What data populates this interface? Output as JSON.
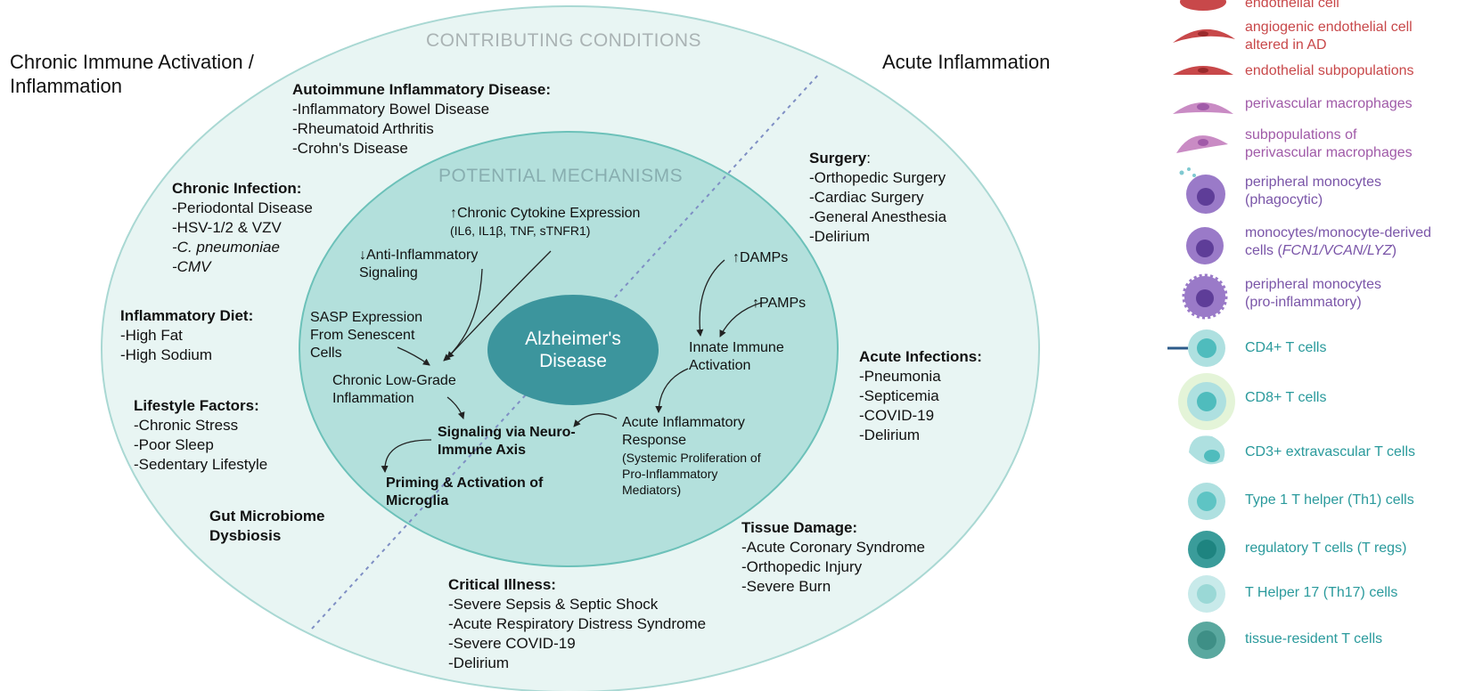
{
  "quadrant_labels": {
    "left_line1": "Chronic Immune Activation /",
    "left_line2": "Inflammation",
    "right": "Acute Inflammation"
  },
  "outer_ring": {
    "title": "CONTRIBUTING CONDITIONS",
    "autoimmune": {
      "heading": "Autoimmune Inflammatory Disease:",
      "items": [
        "-Inflammatory Bowel Disease",
        "-Rheumatoid Arthritis",
        "-Crohn's Disease"
      ]
    },
    "chronic_infection": {
      "heading": "Chronic Infection:",
      "items": [
        "-Periodontal Disease",
        "-HSV-1/2 & VZV",
        "-C. pneumoniae",
        "-CMV"
      ]
    },
    "inflammatory_diet": {
      "heading": "Inflammatory Diet:",
      "items": [
        "-High Fat",
        "-High Sodium"
      ]
    },
    "lifestyle": {
      "heading": "Lifestyle Factors:",
      "items": [
        "-Chronic Stress",
        "-Poor Sleep",
        "-Sedentary Lifestyle"
      ]
    },
    "gut": {
      "line1": "Gut Microbiome",
      "line2": "Dysbiosis"
    },
    "surgery": {
      "heading": "Surgery",
      "colon": ":",
      "items": [
        "-Orthopedic Surgery",
        "-Cardiac Surgery",
        "-General Anesthesia",
        "-Delirium"
      ]
    },
    "acute_infections": {
      "heading": "Acute Infections:",
      "items": [
        "-Pneumonia",
        "-Septicemia",
        "-COVID-19",
        "-Delirium"
      ]
    },
    "tissue_damage": {
      "heading": "Tissue Damage:",
      "items": [
        "-Acute Coronary Syndrome",
        "-Orthopedic Injury",
        "-Severe Burn"
      ]
    },
    "critical_illness": {
      "heading": "Critical Illness:",
      "items": [
        "-Severe Sepsis & Septic Shock",
        "-Acute Respiratory Distress Syndrome",
        "-Severe COVID-19",
        "-Delirium"
      ]
    }
  },
  "inner_ring": {
    "title": "POTENTIAL MECHANISMS",
    "cytokine": {
      "line1": "↑Chronic Cytokine Expression",
      "line2": "(IL6, IL1β, TNF, sTNFR1)"
    },
    "anti_inflam": {
      "line1": "↓Anti-Inflammatory",
      "line2": "Signaling"
    },
    "sasp": {
      "line1": "SASP Expression",
      "line2": "From Senescent",
      "line3": "Cells"
    },
    "low_grade": {
      "line1": "Chronic Low-Grade",
      "line2": "Inflammation"
    },
    "neuro_immune": {
      "line1": "Signaling via Neuro-",
      "line2": "Immune Axis"
    },
    "priming": {
      "line1": "Priming & Activation of",
      "line2": "Microglia"
    },
    "damps": "↑DAMPs",
    "pamps": "↑PAMPs",
    "innate": {
      "line1": "Innate Immune",
      "line2": "Activation"
    },
    "acute_response": {
      "line1": "Acute Inflammatory",
      "line2": "Response",
      "line3": "(Systemic Proliferation of",
      "line4": "Pro-Inflammatory",
      "line5": "Mediators)"
    }
  },
  "center": {
    "line1": "Alzheimer's",
    "line2": "Disease"
  },
  "legend": {
    "items": [
      {
        "label_line1": "endothelial cell",
        "label_line2": "",
        "color": "#c8484a",
        "icon": "endothelial-cell-icon"
      },
      {
        "label_line1": "angiogenic endothelial cell",
        "label_line2": "altered in AD",
        "color": "#c8484a",
        "icon": "angiogenic-endothelial-cell-icon"
      },
      {
        "label_line1": "endothelial subpopulations",
        "label_line2": "",
        "color": "#c8484a",
        "icon": "endothelial-subpopulation-icon"
      },
      {
        "label_line1": "perivascular macrophages",
        "label_line2": "",
        "color": "#a05aa8",
        "icon": "perivascular-macrophage-icon"
      },
      {
        "label_line1": "subpopulations of",
        "label_line2": "perivascular macrophages",
        "color": "#a05aa8",
        "icon": "macrophage-subpopulation-icon"
      },
      {
        "label_line1": "peripheral monocytes",
        "label_line2": "(phagocytic)",
        "color": "#7a55a8",
        "icon": "phagocytic-monocyte-icon"
      },
      {
        "label_line1": "monocytes/monocyte-derived",
        "label_line2": "cells (",
        "label_italic": "FCN1/VCAN/LYZ",
        "label_tail": ")",
        "color": "#7a55a8",
        "icon": "monocyte-derived-cell-icon"
      },
      {
        "label_line1": "peripheral monocytes",
        "label_line2": "(pro-inflammatory)",
        "color": "#7a55a8",
        "icon": "pro-inflammatory-monocyte-icon"
      },
      {
        "label_line1": "CD4+ T cells",
        "label_line2": "",
        "color": "#2a9a9c",
        "icon": "cd4-t-cell-icon"
      },
      {
        "label_line1": "CD8+ T cells",
        "label_line2": "",
        "color": "#2a9a9c",
        "icon": "cd8-t-cell-icon"
      },
      {
        "label_line1": "CD3+ extravascular T cells",
        "label_line2": "",
        "color": "#2a9a9c",
        "icon": "cd3-t-cell-icon"
      },
      {
        "label_line1": "Type 1 T helper (Th1) cells",
        "label_line2": "",
        "color": "#2a9a9c",
        "icon": "th1-cell-icon"
      },
      {
        "label_line1": "regulatory T cells (T regs)",
        "label_line2": "",
        "color": "#2a9a9c",
        "icon": "treg-cell-icon"
      },
      {
        "label_line1": "T Helper 17 (Th17) cells",
        "label_line2": "",
        "color": "#2a9a9c",
        "icon": "th17-cell-icon"
      },
      {
        "label_line1": "tissue-resident T cells",
        "label_line2": "",
        "color": "#2a9a9c",
        "icon": "tissue-resident-t-cell-icon"
      }
    ]
  },
  "colors": {
    "outer_fill": "#e8f5f3",
    "outer_stroke": "#a9d8d3",
    "inner_fill": "#b3e0dc",
    "inner_stroke": "#6cc1b9",
    "center_fill": "#3c959d",
    "title_gray": "#aab3b4"
  }
}
